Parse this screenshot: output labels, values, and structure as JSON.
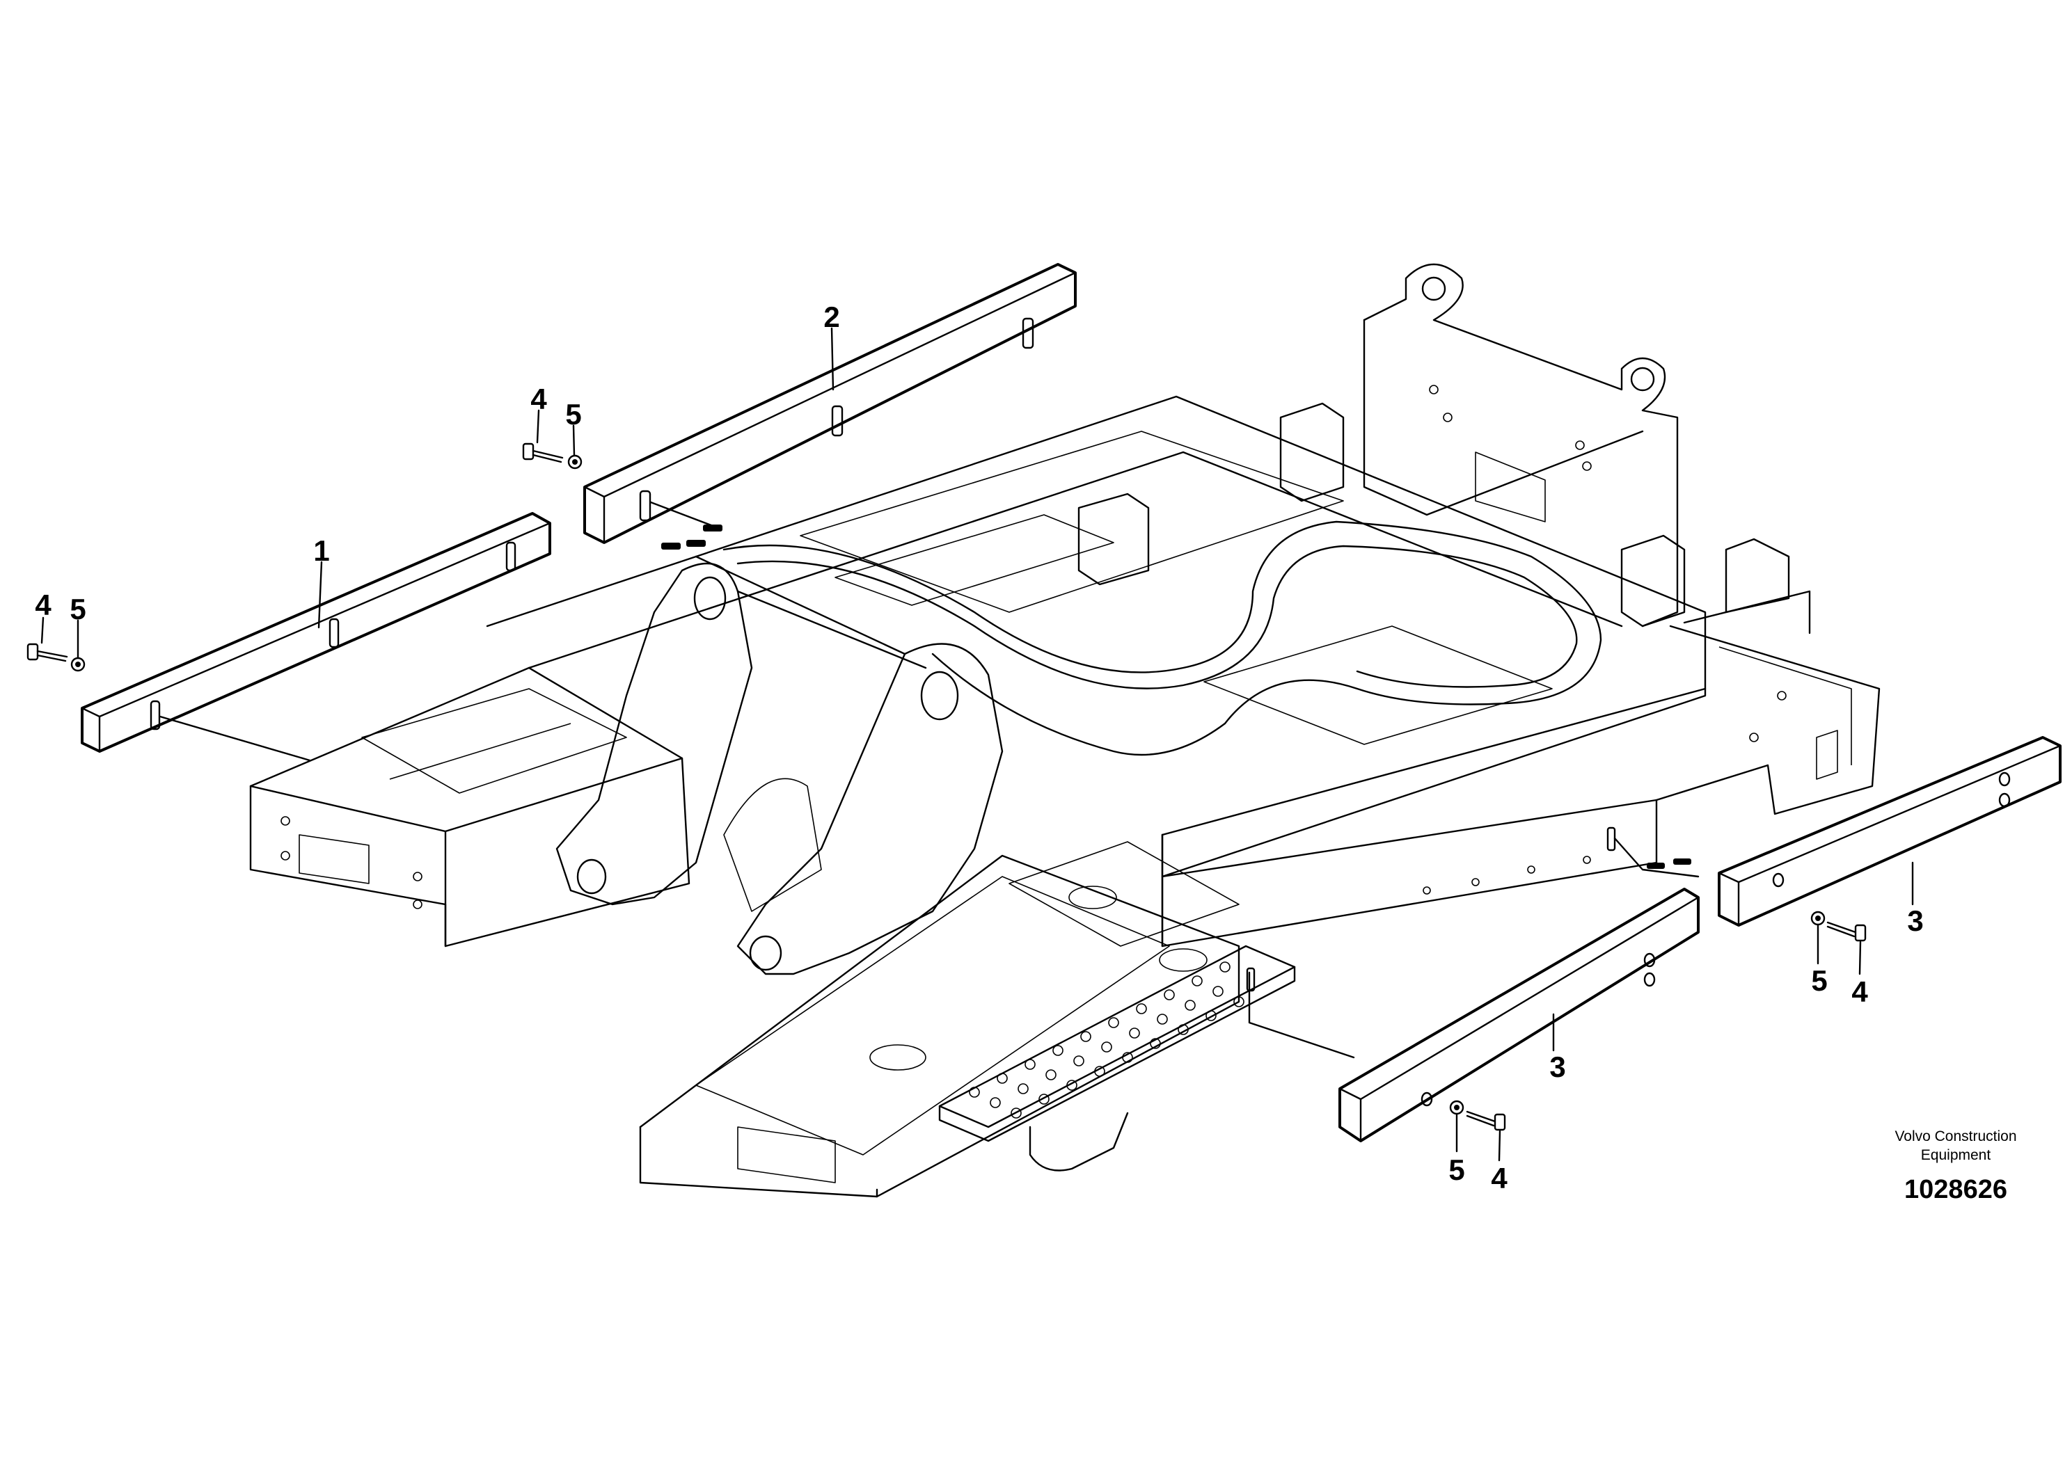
{
  "callouts": {
    "c1": "1",
    "c2": "2",
    "c3a": "3",
    "c3b": "3",
    "c4a": "4",
    "c4b": "4",
    "c4c": "4",
    "c4d": "4",
    "c5a": "5",
    "c5b": "5",
    "c5c": "5",
    "c5d": "5"
  },
  "brand": {
    "line1": "Volvo Construction",
    "line2": "Equipment"
  },
  "drawing_number": "1028626"
}
